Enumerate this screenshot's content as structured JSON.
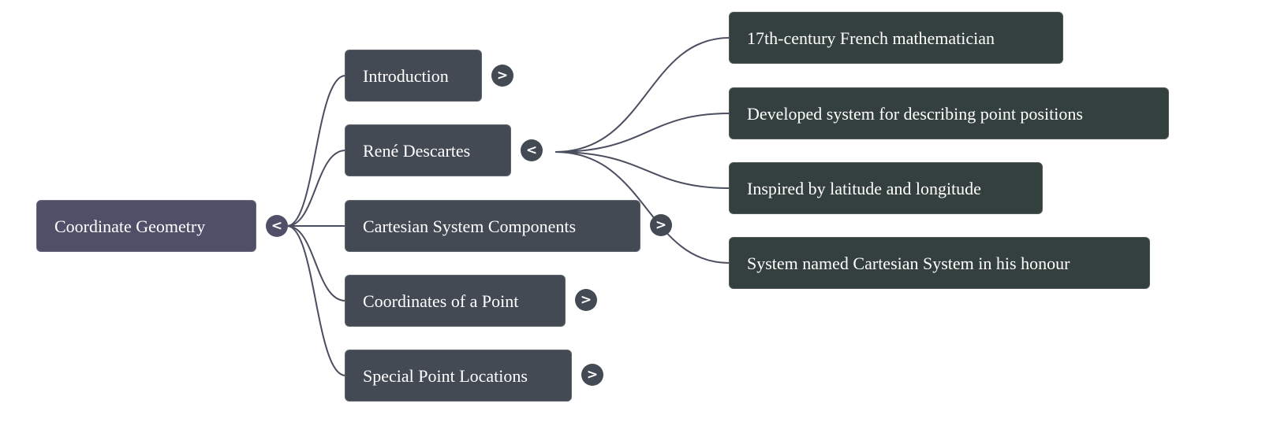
{
  "mindmap": {
    "root": {
      "label": "Coordinate Geometry",
      "toggle": "<",
      "expanded": true
    },
    "children": [
      {
        "label": "Introduction",
        "toggle": ">",
        "expanded": false
      },
      {
        "label": "René Descartes",
        "toggle": "<",
        "expanded": true,
        "children": [
          {
            "label": "17th-century French mathematician"
          },
          {
            "label": "Developed system for describing point positions"
          },
          {
            "label": "Inspired by latitude and longitude"
          },
          {
            "label": "System named Cartesian System in his honour"
          }
        ]
      },
      {
        "label": "Cartesian System Components",
        "toggle": ">",
        "expanded": false
      },
      {
        "label": "Coordinates of a Point",
        "toggle": ">",
        "expanded": false
      },
      {
        "label": "Special Point Locations",
        "toggle": ">",
        "expanded": false
      }
    ]
  },
  "colors": {
    "root": "#4f5068",
    "level1": "#434a53",
    "level2": "#33403e",
    "edge": "#4a4e5f"
  }
}
